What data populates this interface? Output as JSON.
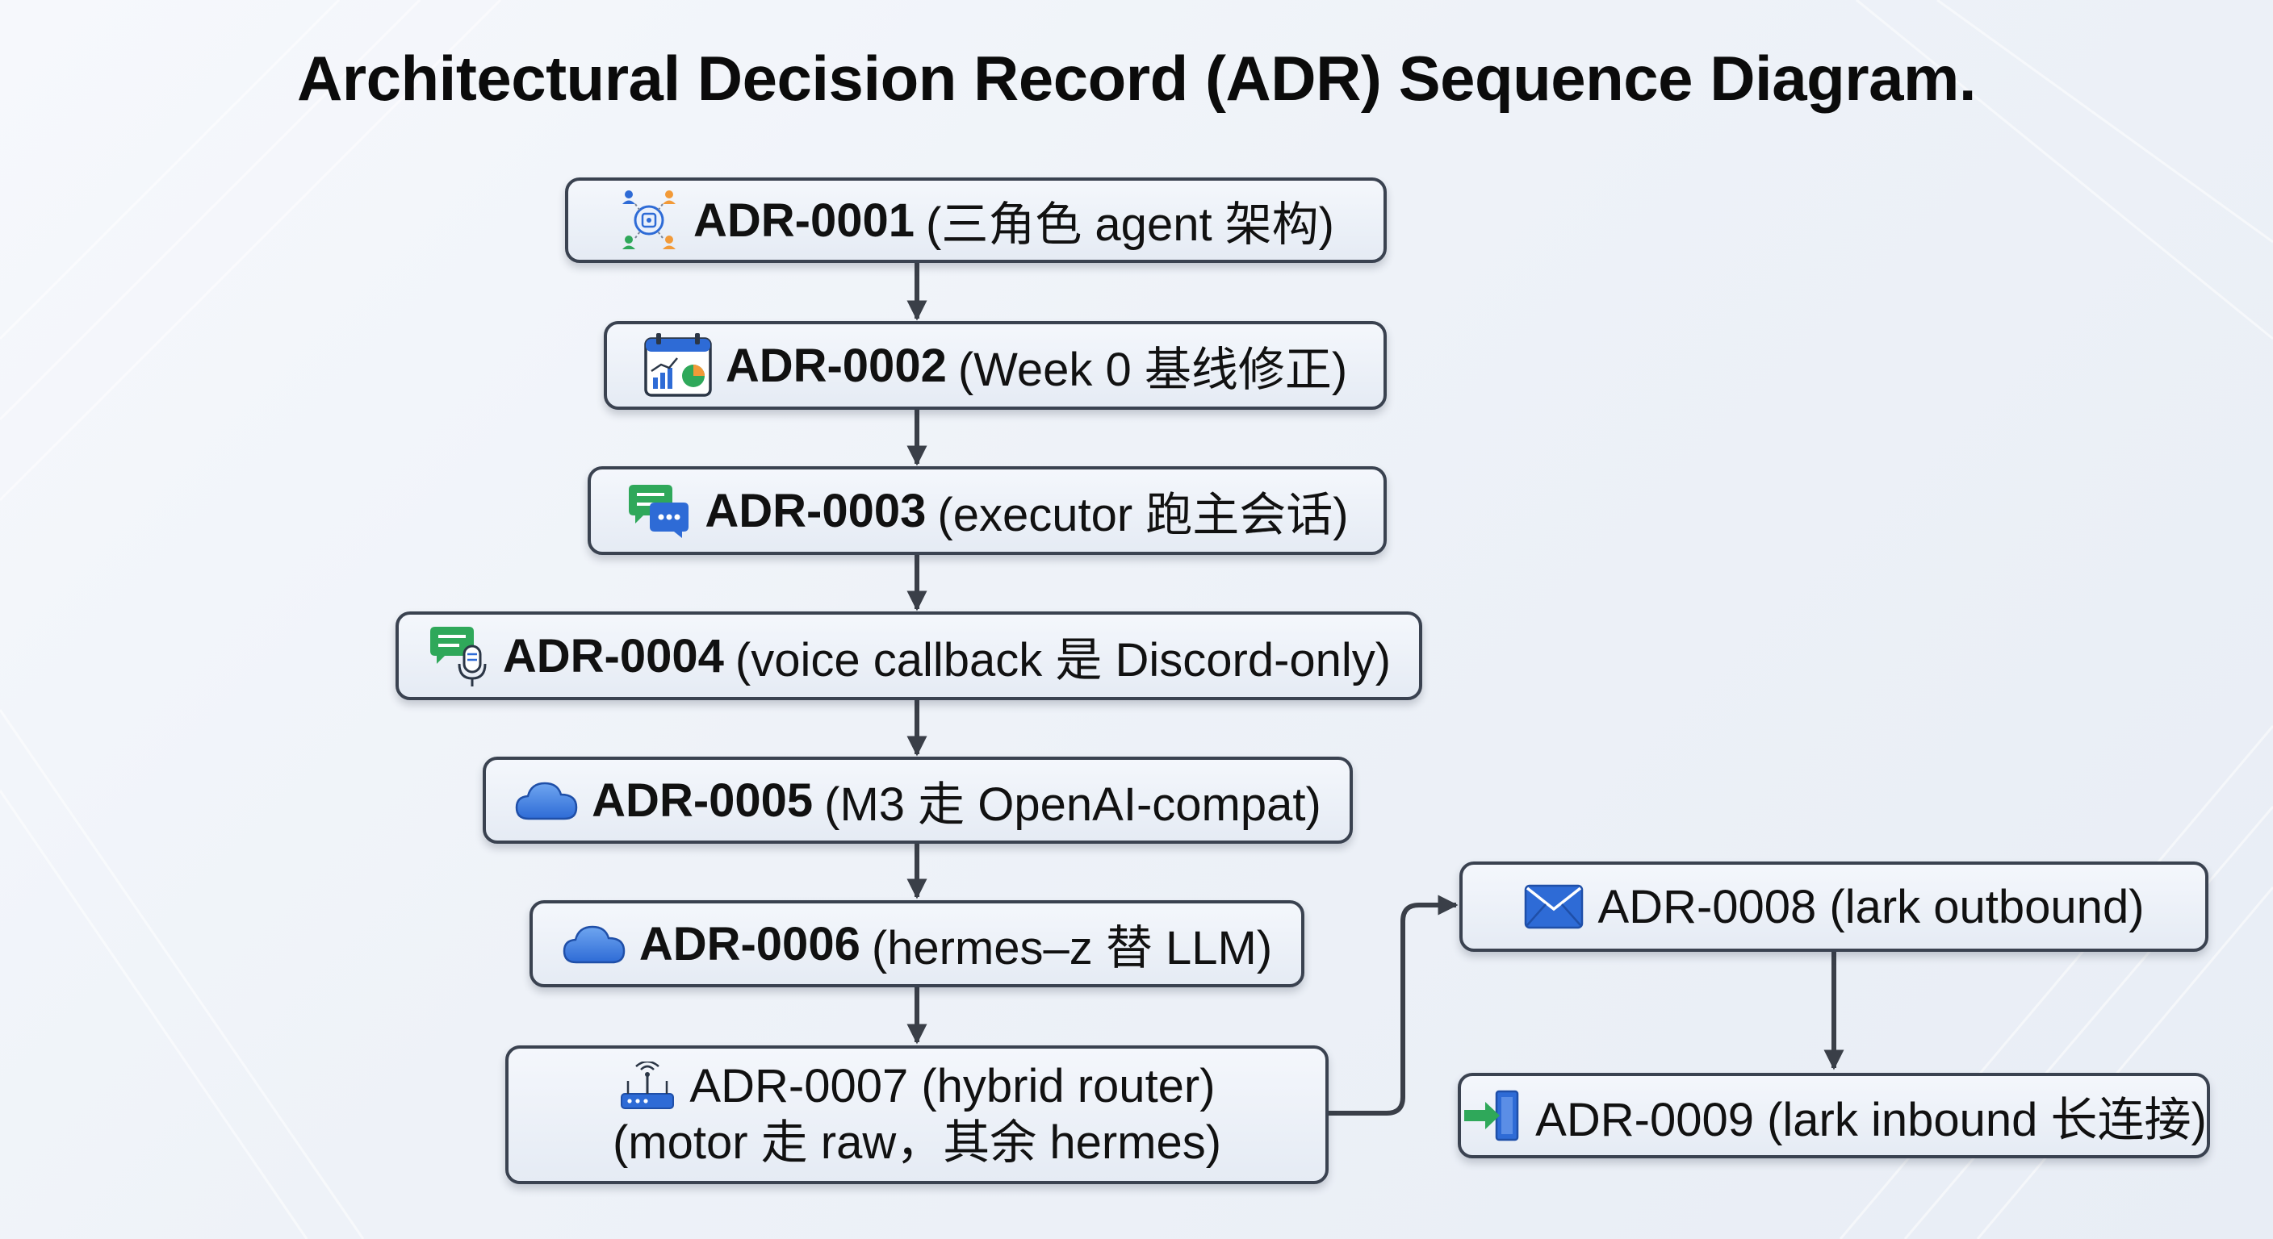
{
  "title": "Architectural Decision Record (ADR) Sequence Diagram.",
  "colors": {
    "border": "#3a4250",
    "node_fill": "#e9eef6",
    "arrow": "#3a3f48",
    "accent_blue": "#2e6bd6",
    "accent_green": "#2fa85a",
    "accent_orange": "#f29a38"
  },
  "nodes": [
    {
      "key": "adr-0001",
      "icon": "team-network-icon",
      "id": "ADR-0001",
      "desc": "(三角色 agent 架构)"
    },
    {
      "key": "adr-0002",
      "icon": "calendar-chart-icon",
      "id": "ADR-0002",
      "desc": "(Week 0 基线修正)"
    },
    {
      "key": "adr-0003",
      "icon": "chat-bubbles-icon",
      "id": "ADR-0003",
      "desc": "(executor 跑主会话)"
    },
    {
      "key": "adr-0004",
      "icon": "voice-chat-icon",
      "id": "ADR-0004",
      "desc": "(voice callback 是 Discord-only)"
    },
    {
      "key": "adr-0005",
      "icon": "cloud-icon",
      "id": "ADR-0005",
      "desc": "(M3 走 OpenAI-compat)"
    },
    {
      "key": "adr-0006",
      "icon": "cloud-icon",
      "id": "ADR-0006",
      "desc": "(hermes–z 替 LLM)"
    },
    {
      "key": "adr-0007",
      "icon": "router-icon",
      "line1": "ADR-0007 (hybrid router)",
      "line2": "(motor 走 raw，其余 hermes)"
    },
    {
      "key": "adr-0008",
      "icon": "envelope-icon",
      "text": "ADR-0008 (lark outbound)"
    },
    {
      "key": "adr-0009",
      "icon": "sign-in-icon",
      "text": "ADR-0009 (lark inbound 长连接)"
    }
  ]
}
